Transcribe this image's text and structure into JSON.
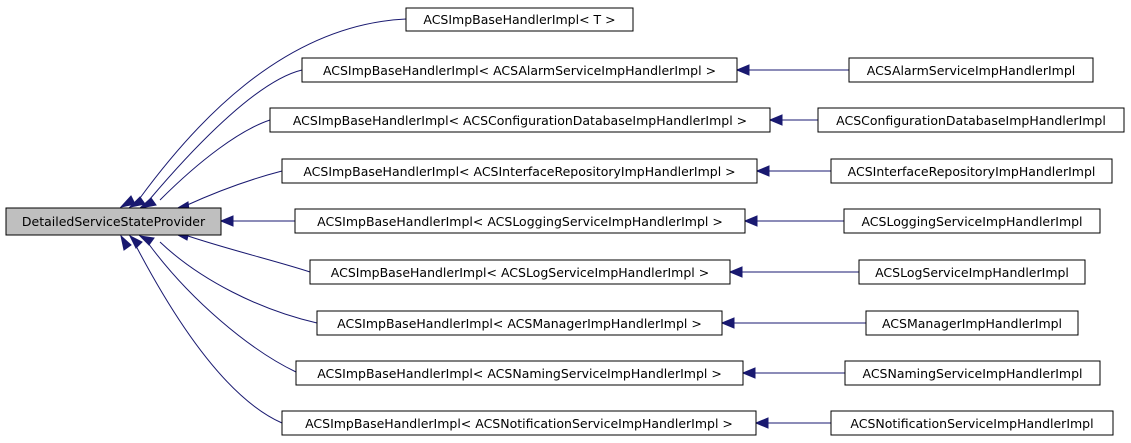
{
  "root": {
    "label": "DetailedServiceStateProvider"
  },
  "templates": [
    {
      "label": "ACSImpBaseHandlerImpl< T >"
    },
    {
      "label": "ACSImpBaseHandlerImpl< ACSAlarmServiceImpHandlerImpl >"
    },
    {
      "label": "ACSImpBaseHandlerImpl< ACSConfigurationDatabaseImpHandlerImpl >"
    },
    {
      "label": "ACSImpBaseHandlerImpl< ACSInterfaceRepositoryImpHandlerImpl >"
    },
    {
      "label": "ACSImpBaseHandlerImpl< ACSLoggingServiceImpHandlerImpl >"
    },
    {
      "label": "ACSImpBaseHandlerImpl< ACSLogServiceImpHandlerImpl >"
    },
    {
      "label": "ACSImpBaseHandlerImpl< ACSManagerImpHandlerImpl >"
    },
    {
      "label": "ACSImpBaseHandlerImpl< ACSNamingServiceImpHandlerImpl >"
    },
    {
      "label": "ACSImpBaseHandlerImpl< ACSNotificationServiceImpHandlerImpl >"
    }
  ],
  "implementations": [
    null,
    {
      "label": "ACSAlarmServiceImpHandlerImpl"
    },
    {
      "label": "ACSConfigurationDatabaseImpHandlerImpl"
    },
    {
      "label": "ACSInterfaceRepositoryImpHandlerImpl"
    },
    {
      "label": "ACSLoggingServiceImpHandlerImpl"
    },
    {
      "label": "ACSLogServiceImpHandlerImpl"
    },
    {
      "label": "ACSManagerImpHandlerImpl"
    },
    {
      "label": "ACSNamingServiceImpHandlerImpl"
    },
    {
      "label": "ACSNotificationServiceImpHandlerImpl"
    }
  ],
  "colors": {
    "edge": "#191970",
    "root_fill": "#bfbfbf",
    "node_fill": "#ffffff",
    "border": "#000000"
  }
}
